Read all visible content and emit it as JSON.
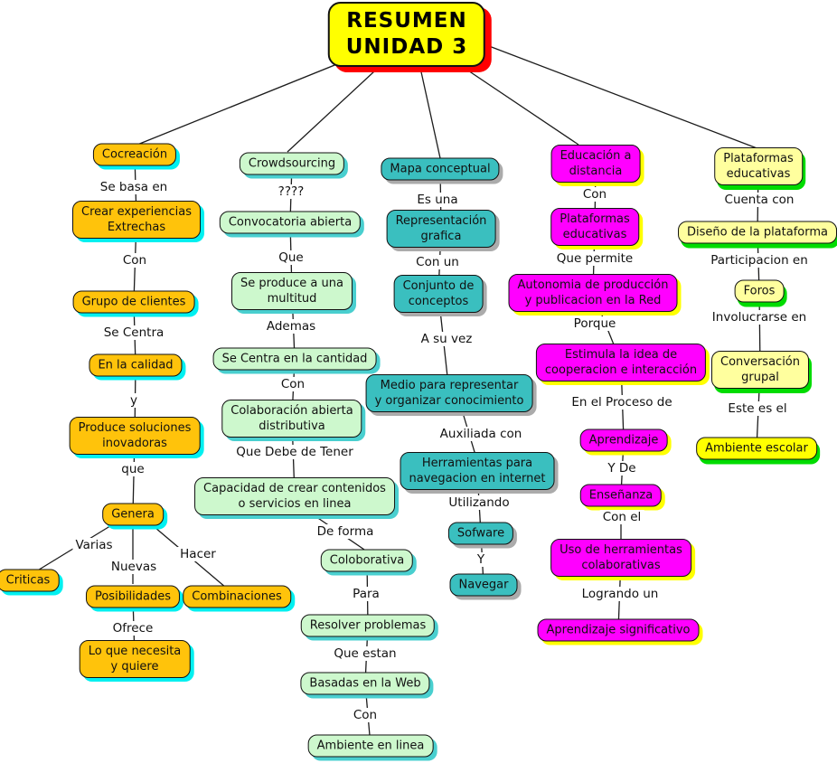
{
  "title": {
    "text": "RESUMEN\nUNIDAD 3"
  },
  "colors": {
    "title_fill": "#FFFF00",
    "title_shadow": "#FF0000",
    "cocreacion_fill": "#FFC30B",
    "cocreacion_shadow": "#00F0F0",
    "crowdsourcing_fill": "#CDF8CD",
    "crowdsourcing_shadow": "#49CFCF",
    "mapa_fill": "#3ABFBF",
    "mapa_shadow": "#ABABAB",
    "educacion_fill": "#FF00FF",
    "educacion_shadow": "#FFFF00",
    "plataformas_fill": "#FFFF9E",
    "plataformas_shadow": "#00DC00",
    "ambiente_escolar_fill": "#FFFF00"
  },
  "map": {
    "co": {
      "nodes": [
        "Cocreación",
        "Crear experiencias\nExtrechas",
        "Grupo de clientes",
        "En la calidad",
        "Produce soluciones\ninovadoras",
        "Genera",
        "Criticas",
        "Posibilidades",
        "Combinaciones",
        "Lo que necesita\ny quiere"
      ],
      "phrases": [
        "Se basa en",
        "Con",
        "Se Centra",
        "y",
        "que",
        "Varias",
        "Nuevas",
        "Hacer",
        "Ofrece"
      ]
    },
    "cs": {
      "nodes": [
        "Crowdsourcing",
        "Convocatoria abierta",
        "Se produce a una\nmultitud",
        "Se Centra en la cantidad",
        "Colaboración abierta\ndistributiva",
        "Capacidad de crear contenidos\no servicios en linea",
        "Coloborativa",
        "Resolver problemas",
        "Basadas en la Web",
        "Ambiente en linea"
      ],
      "phrases": [
        "????",
        "Que",
        "Ademas",
        "Con",
        "Que Debe de Tener",
        "De forma",
        "Para",
        "Que estan",
        "Con"
      ]
    },
    "mc": {
      "nodes": [
        "Mapa conceptual",
        "Representación\ngrafica",
        "Conjunto de\nconceptos",
        "Medio para representar\ny organizar conocimiento",
        "Herramientas para\nnavegacion en internet",
        "Sofware",
        "Navegar"
      ],
      "phrases": [
        "Es una",
        "Con un",
        "A su vez",
        "Auxiliada con",
        "Utilizando",
        "Y"
      ]
    },
    "ed": {
      "nodes": [
        "Educación a\ndistancia",
        "Plataformas\neducativas",
        "Autonomia de producción\ny publicacion en la Red",
        "Estimula la idea de\ncooperacion e interacción",
        "Aprendizaje",
        "Enseñanza",
        "Uso de herramientas\ncolaborativas",
        "Aprendizaje significativo"
      ],
      "phrases": [
        "Con",
        "Que permite",
        "Porque",
        "En el Proceso de",
        "Y De",
        "Con el",
        "Logrando un"
      ]
    },
    "pe": {
      "nodes": [
        "Plataformas\neducativas",
        "Diseño de la plataforma",
        "Foros",
        "Conversación\ngrupal",
        "Ambiente escolar"
      ],
      "phrases": [
        "Cuenta con",
        "Participacion en",
        "Involucrarse en",
        "Este es el"
      ]
    }
  }
}
